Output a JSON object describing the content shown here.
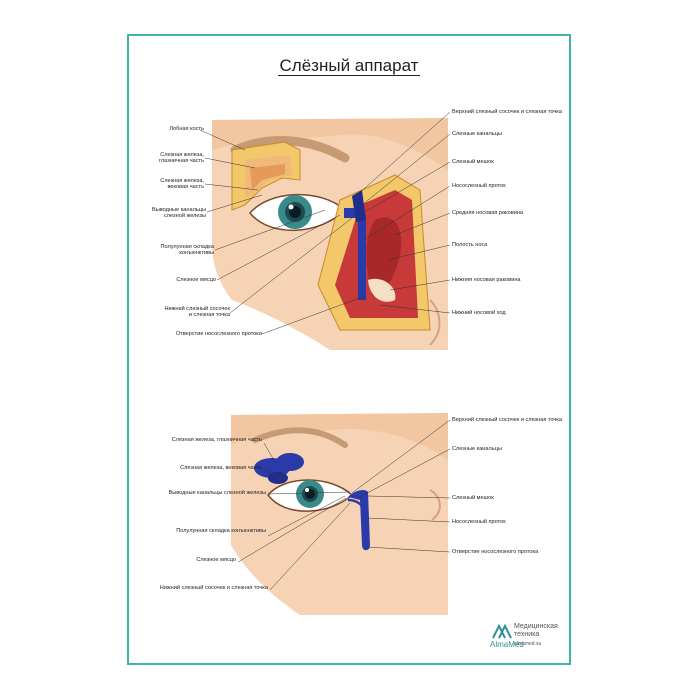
{
  "title": "Слёзный аппарат",
  "top_diagram": {
    "left_labels": [
      "Лобная кость",
      "Слезная железа,",
      "глазничная часть",
      "Слезная железа,",
      "вековая часть",
      "Выводные канальцы",
      "слезной железы",
      "Полулунная складка",
      "конъюнктивы",
      "Слезное мясцо",
      "Нижний слезный сосочек",
      "и слезная точка",
      "Отверстие носослезного протока"
    ],
    "right_labels": [
      "Верхний слезный сосочек и слезная точка",
      "Слезные канальцы",
      "Слезный мешок",
      "Носослезный проток",
      "Средняя носовая раковина",
      "Полость носа",
      "Нижняя носовая раковина",
      "Нижний носовой ход"
    ]
  },
  "bottom_diagram": {
    "left_labels": [
      "Слезная железа, глазничная часть",
      "Слезная железа, вековая часть",
      "Выводные канальцы слезной железы",
      "Полулунная складка конъюнктивы",
      "Слезное мясцо",
      "Нижний слезный сосочек и слезная точка"
    ],
    "right_labels": [
      "Верхний слезный сосочек и слезная точка",
      "Слезные канальцы",
      "Слезный мешок",
      "Носослезный проток",
      "Отверстие носослезного протока"
    ]
  },
  "brand": {
    "name": "AlmaMed",
    "line1": "Медицинская",
    "line2": "техника",
    "url": "almamed.su"
  },
  "colors": {
    "border": "#3fb3a6",
    "skin": "#f4c9a6",
    "gland": "#2a3aa8",
    "bone": "#f2c86a",
    "mucosa": "#c83a3a"
  }
}
